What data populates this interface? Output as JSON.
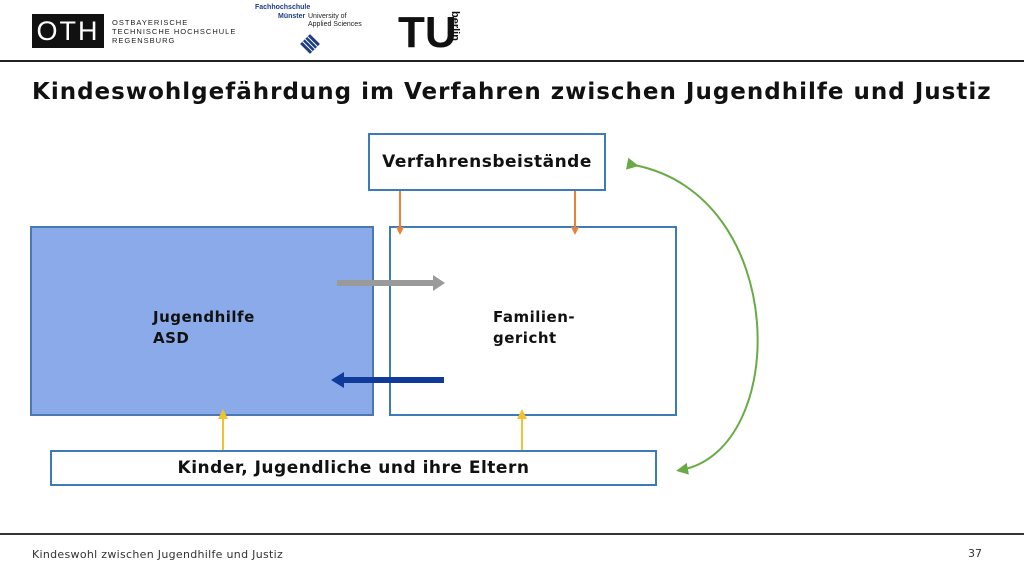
{
  "logos": {
    "oth": {
      "mark": "OTH",
      "lines": [
        "OSTBAYERISCHE",
        "TECHNISCHE HOCHSCHULE",
        "REGENSBURG"
      ]
    },
    "fh_muenster": {
      "line1": "Fachhochschule",
      "line2": "Münster",
      "line3": "University of",
      "line4": "Applied Sciences"
    },
    "tu_berlin": {
      "mark": "TU",
      "text": "berlin"
    }
  },
  "title": "Kindeswohlgefährdung im Verfahren zwischen Jugendhilfe und Justiz",
  "diagram": {
    "nodes": {
      "verfahrensbeistaende": "Verfahrensbeistände",
      "jugendhilfe": {
        "line1": "Jugendhilfe",
        "line2": "ASD"
      },
      "familiengericht": {
        "line1": "Familien-",
        "line2": "gericht"
      },
      "kinder": "Kinder, Jugendliche und ihre Eltern"
    },
    "colors": {
      "box_border": "#3d7ab8",
      "jugendhilfe_fill": "#8aaae9",
      "arrow_orange": "#e8823a",
      "arrow_grey": "#9a9a9a",
      "arrow_navy": "#0f3a9a",
      "arrow_yellow": "#f2c12e",
      "arrow_green": "#6aaa46"
    }
  },
  "footer": {
    "text": "Kindeswohl zwischen Jugendhilfe und Justiz",
    "page_number": "37"
  }
}
